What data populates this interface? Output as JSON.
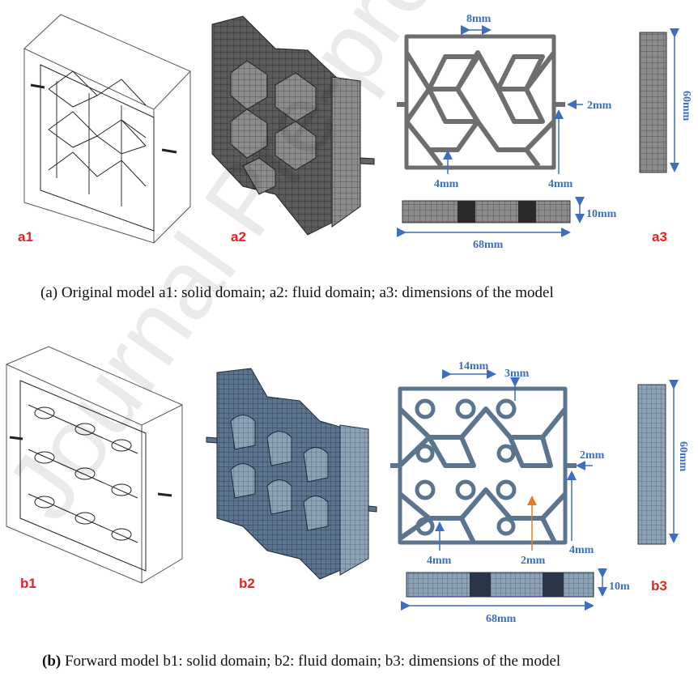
{
  "panel_a": {
    "labels": {
      "a1": "a1",
      "a2": "a2",
      "a3": "a3"
    },
    "dims": {
      "top_width": "8mm",
      "inlet": "2mm",
      "left_gap": "4mm",
      "right_gap": "4mm",
      "thickness": "10mm",
      "length": "68mm",
      "height": "60mm"
    },
    "caption": {
      "prefix": "(a)",
      "text": " Original model   a1: solid domain; a2: fluid domain; a3: dimensions of the model"
    }
  },
  "panel_b": {
    "labels": {
      "b1": "b1",
      "b2": "b2",
      "b3": "b3"
    },
    "dims": {
      "top_width": "14mm",
      "top_gap": "3mm",
      "inlet": "2mm",
      "left_gap": "4mm",
      "mid_gap": "2mm",
      "right_gap": "4mm",
      "thickness": "10m",
      "length": "68mm",
      "height": "60mm"
    },
    "caption": {
      "prefix": "(b)",
      "text": " Forward model   b1: solid domain; b2: fluid domain; b3: dimensions of the model"
    }
  },
  "watermark": "Journal Pre-proof",
  "colors": {
    "label_red": "#e8211d",
    "dimension_blue": "#3c6fc1",
    "mesh_dark": "#555555",
    "mesh_blue": "#3f5d7a",
    "arrow_orange": "#e8782a"
  }
}
